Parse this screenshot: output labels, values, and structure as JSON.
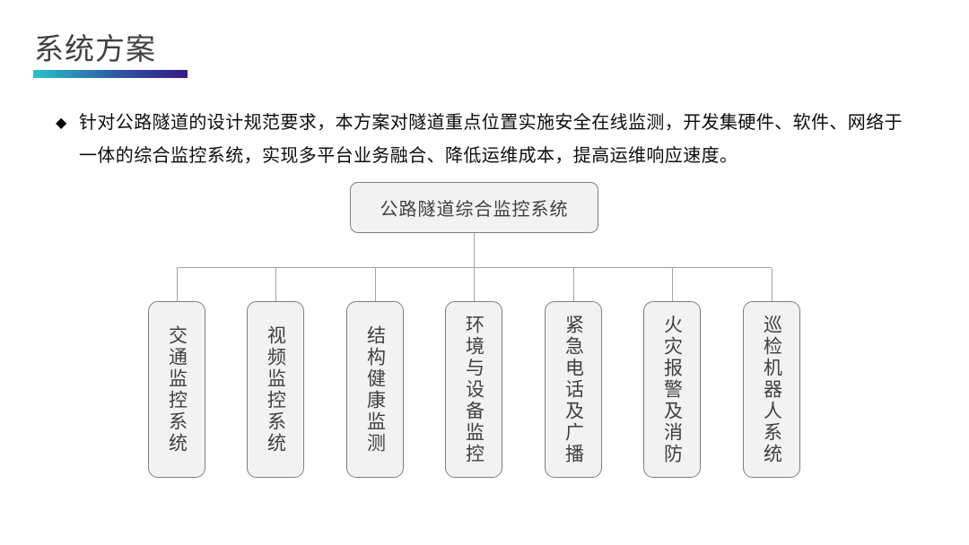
{
  "slide": {
    "title": "系统方案",
    "bullet": {
      "marker": "◆",
      "lines": [
        "针对公路隧道的设计规范要求，本方案对隧道重点位置实施安全在线监测，开发集硬件、软件、网络于",
        "一体的综合监控系统，实现多平台业务融合、降低运维成本，提高运维响应速度。"
      ]
    },
    "diagram": {
      "root": "公路隧道综合监控系统",
      "children": [
        {
          "label": "交通监控系统"
        },
        {
          "label": "视频监控系统"
        },
        {
          "label": "结构健康监测"
        },
        {
          "label": "环境与设备监控"
        },
        {
          "label": "紧急电话及广播"
        },
        {
          "label": "火灾报警及消防"
        },
        {
          "label": "巡检机器人系统"
        }
      ]
    },
    "colors": {
      "accent_gradient_from": "#29c2c9",
      "accent_gradient_to": "#371a87",
      "title_text": "#404040",
      "body_text": "#0d0d0d",
      "box_fill": "#f2f2f2",
      "box_border": "#7f7f7f",
      "box_text": "#404040",
      "connector": "#a3a3a3"
    }
  }
}
